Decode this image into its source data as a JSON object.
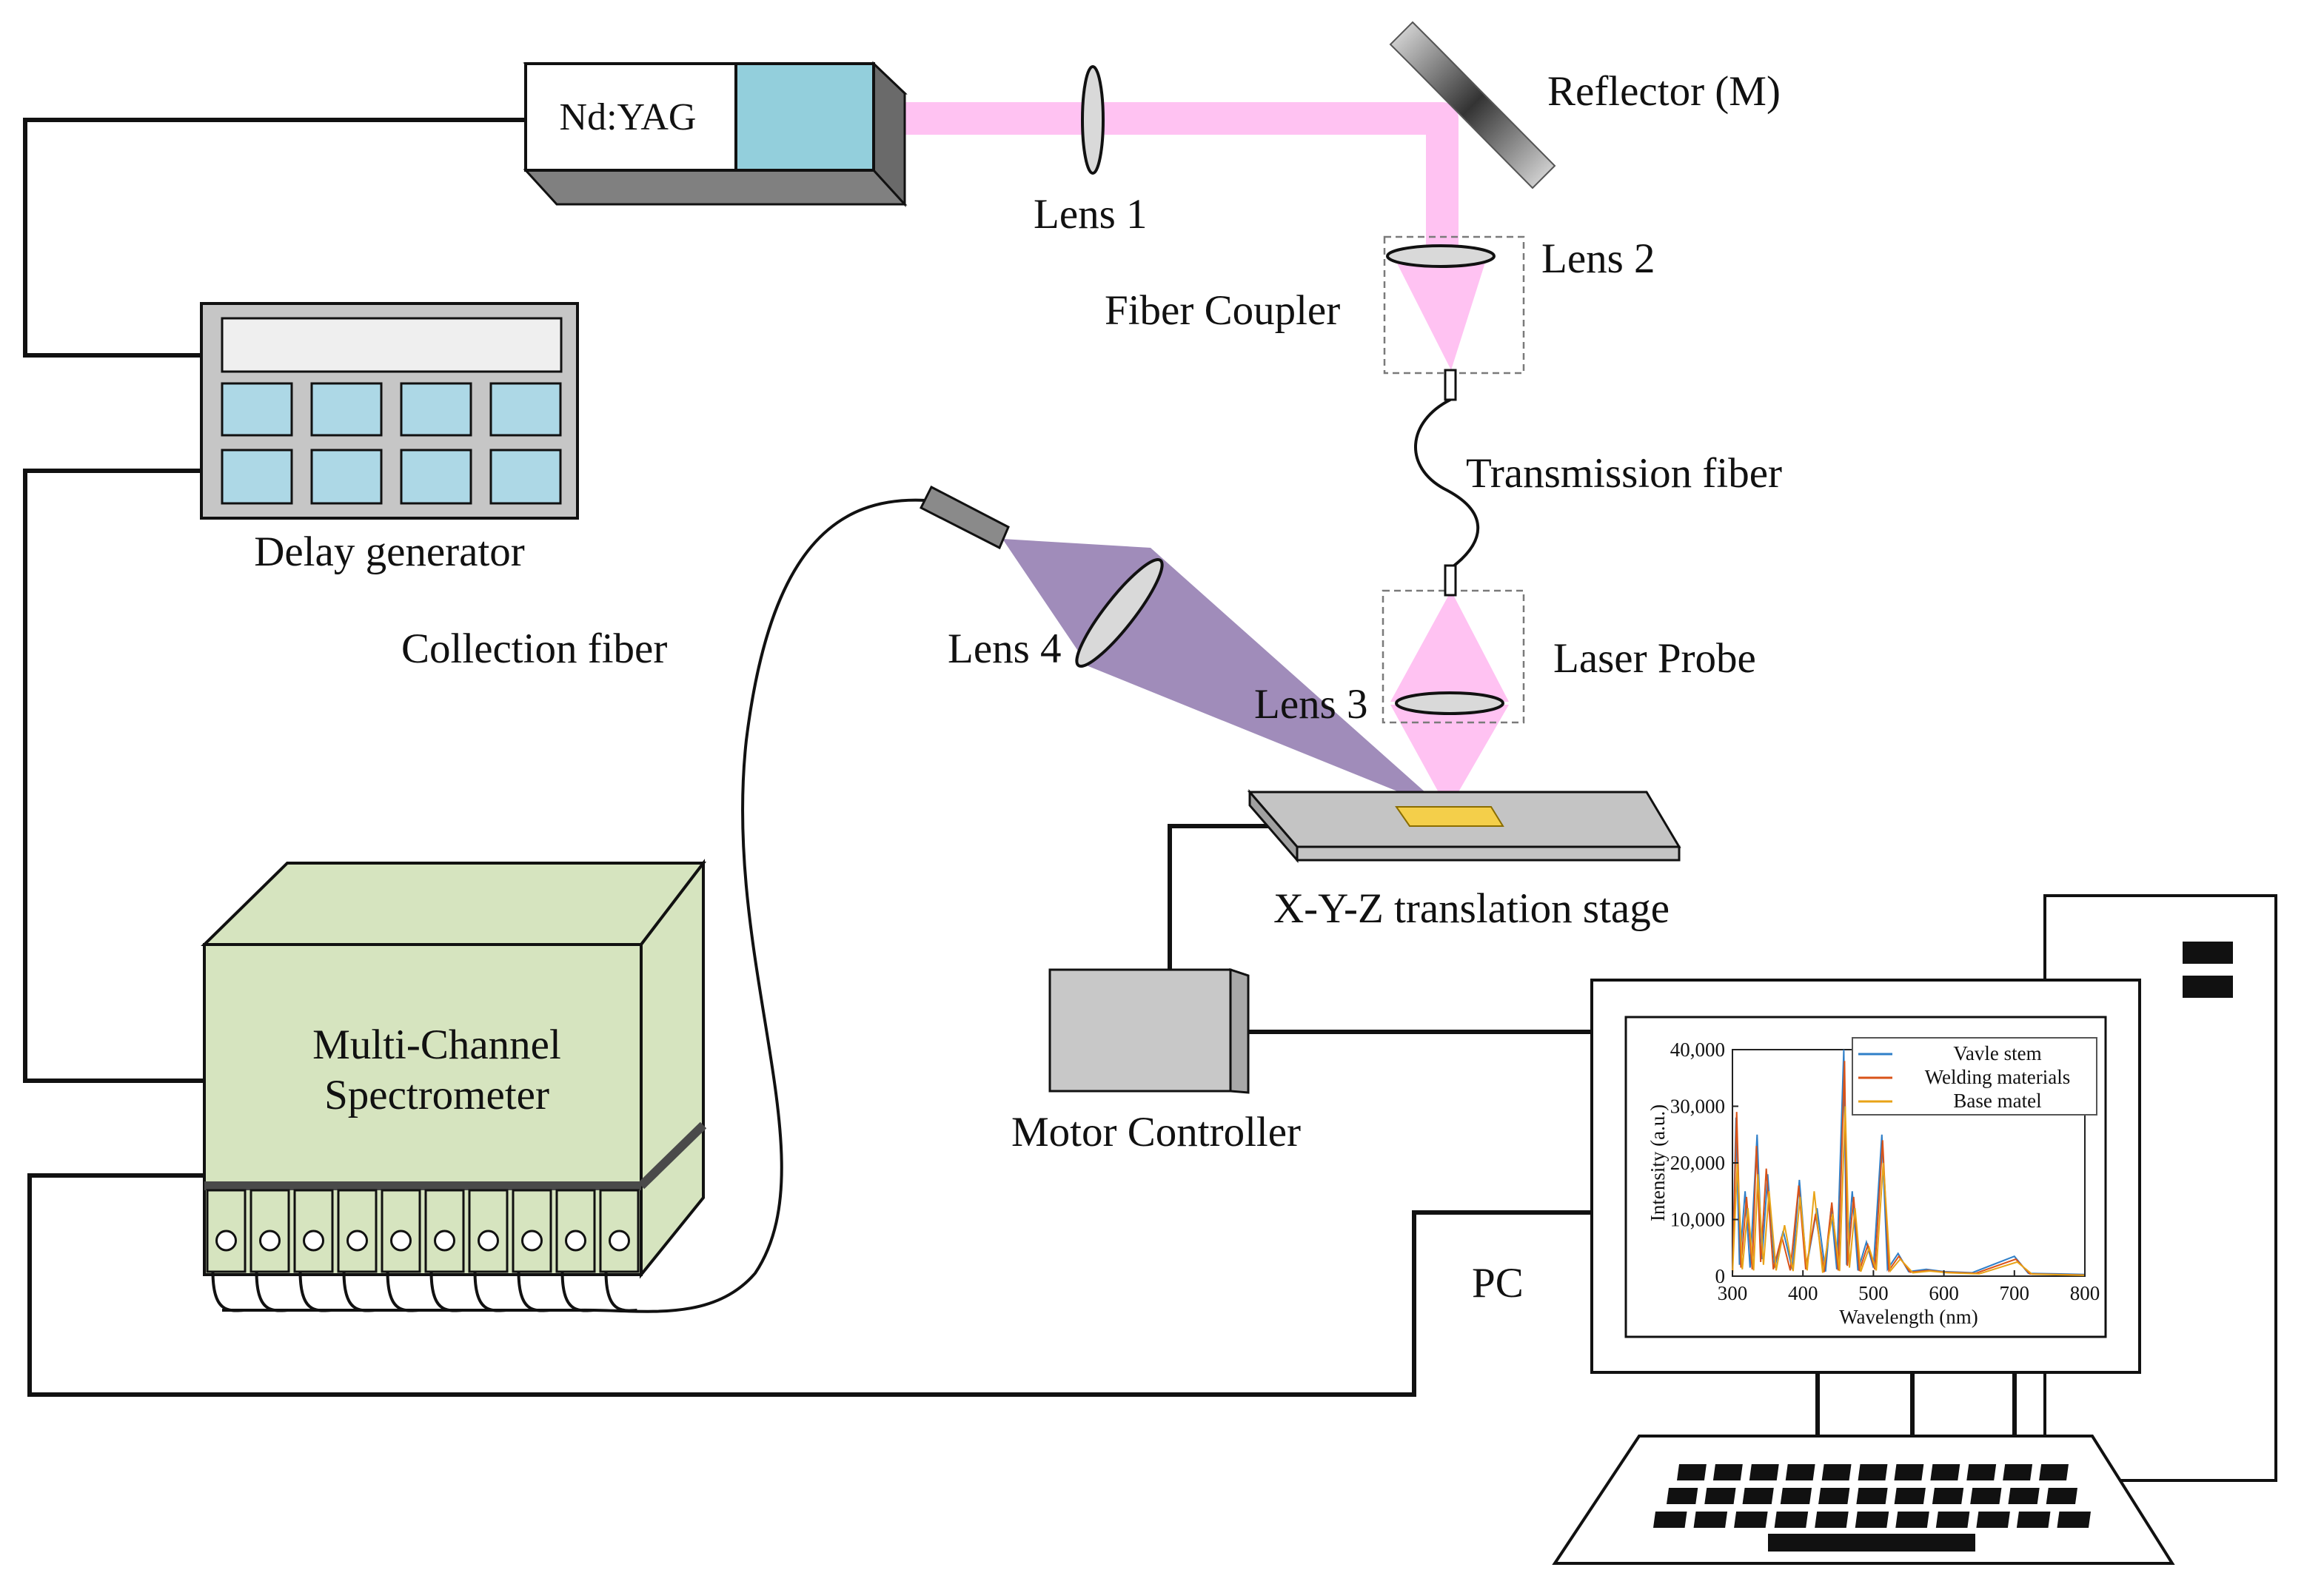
{
  "labels": {
    "laser": "Nd:YAG",
    "lens1": "Lens 1",
    "lens2": "Lens 2",
    "lens3": "Lens 3",
    "lens4": "Lens 4",
    "reflector": "Reflector (M)",
    "fiber_coupler": "Fiber Coupler",
    "transmission_fiber": "Transmission fiber",
    "laser_probe": "Laser Probe",
    "delay_generator": "Delay generator",
    "collection_fiber": "Collection fiber",
    "stage": "X-Y-Z translation stage",
    "motor_controller": "Motor Controller",
    "spectrometer_line1": "Multi-Channel",
    "spectrometer_line2": "Spectrometer",
    "pc": "PC"
  },
  "colors": {
    "laser_beam": "#ffc2f2",
    "collection_cone": "#a08cba",
    "laser_head": "#93cfdc",
    "spectrometer_body": "#d6e4bf",
    "display_keys": "#add8e6",
    "sample": "#f4cf4a",
    "stage": "#c4c4c4",
    "motor": "#c8c8c8"
  },
  "icons": {
    "lens": "lens-icon",
    "mirror": "mirror-icon",
    "computer": "computer-icon",
    "keyboard": "keyboard-icon"
  },
  "chart_data": {
    "type": "line",
    "title": "",
    "xlabel": "Wavelength (nm)",
    "ylabel": "Intensity (a.u.)",
    "xlim": [
      300,
      800
    ],
    "ylim": [
      0,
      40000
    ],
    "xticks": [
      "300",
      "400",
      "500",
      "600",
      "700",
      "800"
    ],
    "yticks": [
      "0",
      "10,000",
      "20,000",
      "30,000",
      "40,000"
    ],
    "legend_position": "top-right",
    "series": [
      {
        "name": "Vavle stem",
        "color": "#2f7fc8",
        "x": [
          300,
          305,
          310,
          318,
          325,
          335,
          342,
          350,
          360,
          372,
          385,
          395,
          405,
          420,
          432,
          440,
          448,
          458,
          462,
          470,
          478,
          490,
          500,
          512,
          520,
          535,
          550,
          575,
          600,
          640,
          700,
          720,
          760,
          800
        ],
        "y": [
          400,
          28000,
          2000,
          15000,
          1500,
          25000,
          3000,
          18000,
          1500,
          8000,
          1200,
          17000,
          1500,
          12000,
          800,
          12000,
          1200,
          40000,
          2000,
          15000,
          1000,
          6000,
          1500,
          25000,
          1200,
          4000,
          800,
          1200,
          800,
          600,
          3500,
          500,
          400,
          300
        ]
      },
      {
        "name": "Welding materials",
        "color": "#d95319",
        "x": [
          300,
          306,
          312,
          320,
          328,
          334,
          340,
          348,
          358,
          370,
          382,
          394,
          404,
          418,
          430,
          441,
          450,
          459,
          463,
          472,
          480,
          492,
          502,
          513,
          522,
          536,
          552,
          578,
          602,
          645,
          702,
          722,
          762,
          800
        ],
        "y": [
          300,
          29000,
          1500,
          14000,
          1200,
          23000,
          2500,
          19000,
          1200,
          7000,
          1000,
          16000,
          1200,
          11000,
          700,
          13000,
          1000,
          38000,
          1800,
          14000,
          900,
          5500,
          1200,
          24000,
          1000,
          3500,
          700,
          1000,
          700,
          500,
          3000,
          400,
          300,
          200
        ]
      },
      {
        "name": "Base matel",
        "color": "#e8a317",
        "x": [
          300,
          307,
          314,
          322,
          330,
          336,
          344,
          352,
          362,
          374,
          386,
          396,
          406,
          416,
          428,
          442,
          452,
          460,
          466,
          474,
          482,
          494,
          504,
          514,
          524,
          538,
          556,
          580,
          605,
          650,
          704,
          725,
          765,
          800
        ],
        "y": [
          200,
          20000,
          1200,
          12000,
          1000,
          18000,
          2000,
          15000,
          1000,
          9000,
          900,
          14000,
          1000,
          15000,
          600,
          11000,
          900,
          30000,
          1500,
          12000,
          800,
          5000,
          1000,
          20000,
          900,
          3000,
          600,
          900,
          600,
          400,
          2500,
          350,
          250,
          150
        ]
      }
    ]
  }
}
